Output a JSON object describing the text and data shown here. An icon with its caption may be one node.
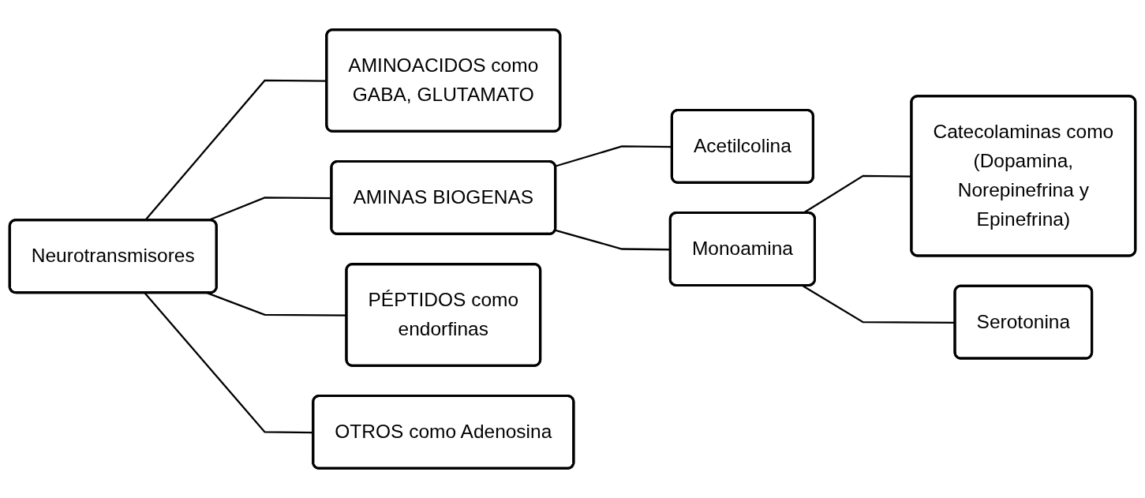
{
  "diagram": {
    "nodes": [
      {
        "text": [
          "Neurotransmisores"
        ]
      },
      {
        "text": [
          "AMINOACIDOS como GABA, GLUTAMATO"
        ]
      },
      {
        "text": [
          "AMINAS BIOGENAS"
        ]
      },
      {
        "text": [
          "PÉPTIDOS como endorfinas"
        ]
      },
      {
        "text": [
          "OTROS como Adenosina"
        ]
      },
      {
        "text": [
          "Acetilcolina"
        ]
      },
      {
        "text": [
          "Monoamina"
        ]
      },
      {
        "text": [
          "Catecolaminas como (Dopamina, Norepinefrina y Epinefrina)"
        ]
      },
      {
        "text": [
          "Serotonina"
        ]
      }
    ],
    "edges": [
      {
        "from": 0,
        "to": 1,
        "arrow": "none"
      },
      {
        "from": 0,
        "to": 2,
        "arrow": "none"
      },
      {
        "from": 0,
        "to": 3,
        "arrow": "none"
      },
      {
        "from": 0,
        "to": 4,
        "arrow": "none"
      },
      {
        "from": 2,
        "to": 5,
        "arrow": "none"
      },
      {
        "from": 2,
        "to": 6,
        "arrow": "none"
      },
      {
        "from": 6,
        "to": 7,
        "arrow": "none"
      },
      {
        "from": 6,
        "to": 8,
        "arrow": "none"
      }
    ]
  }
}
